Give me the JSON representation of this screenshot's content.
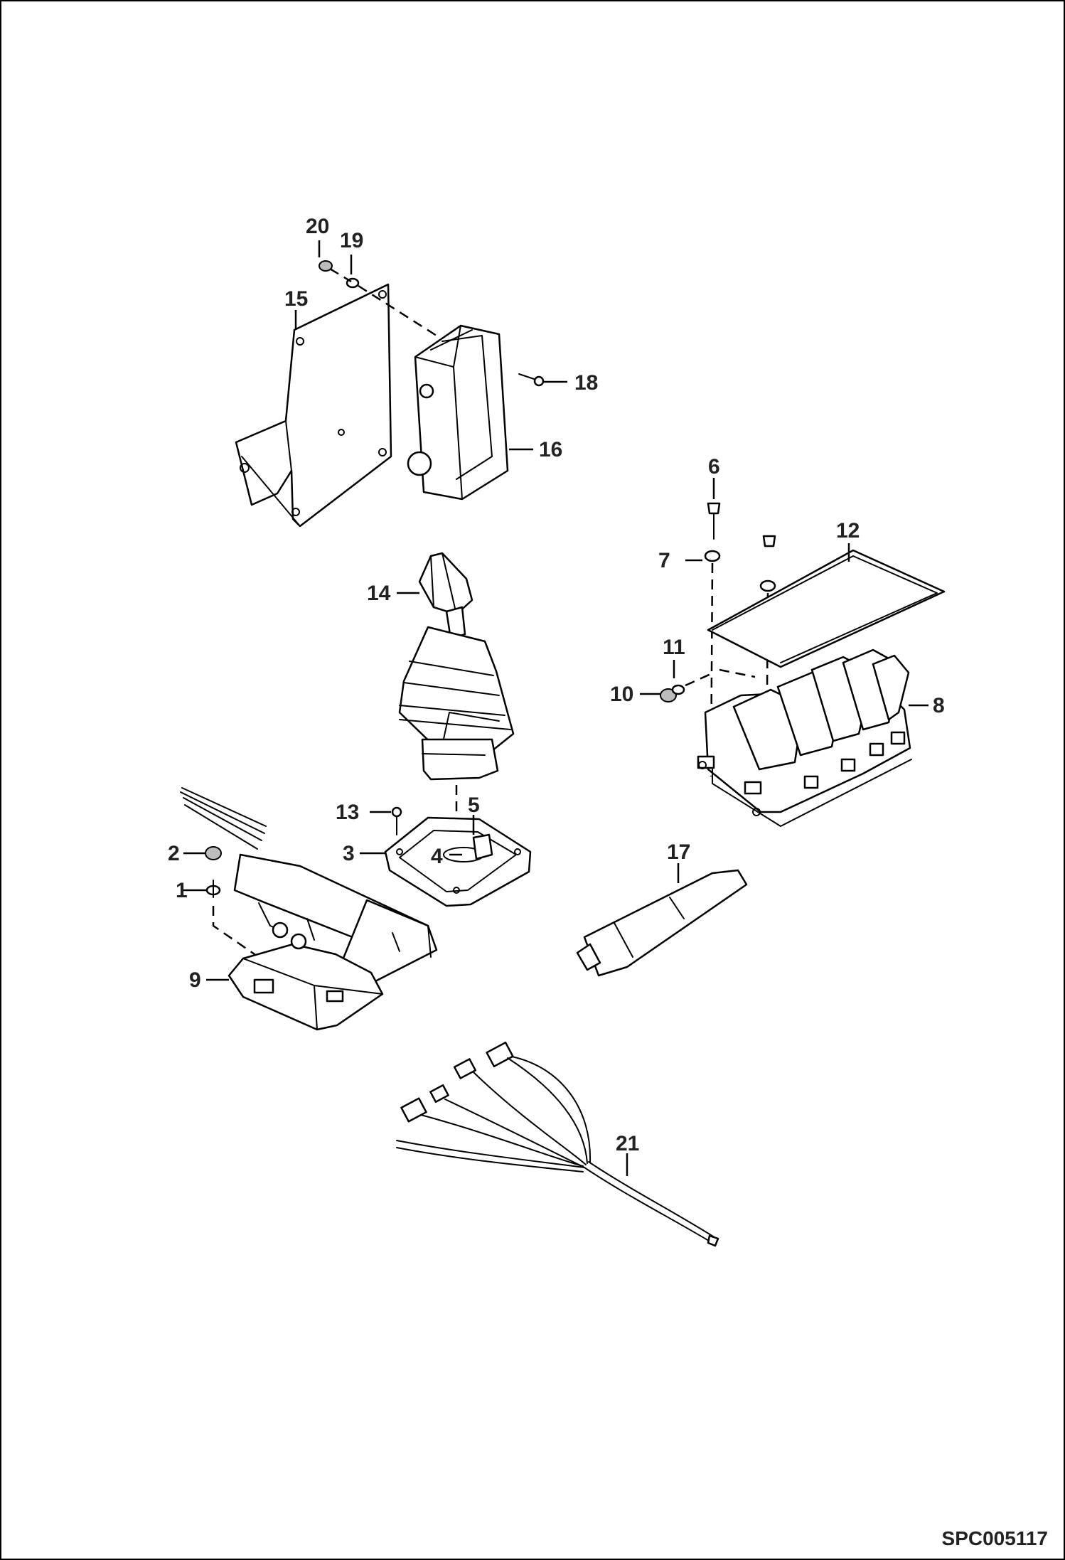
{
  "callouts": [
    {
      "id": "1",
      "label": "1"
    },
    {
      "id": "2",
      "label": "2"
    },
    {
      "id": "3",
      "label": "3"
    },
    {
      "id": "4",
      "label": "4"
    },
    {
      "id": "5",
      "label": "5"
    },
    {
      "id": "6",
      "label": "6"
    },
    {
      "id": "7",
      "label": "7"
    },
    {
      "id": "8",
      "label": "8"
    },
    {
      "id": "9",
      "label": "9"
    },
    {
      "id": "10",
      "label": "10"
    },
    {
      "id": "11",
      "label": "11"
    },
    {
      "id": "12",
      "label": "12"
    },
    {
      "id": "13",
      "label": "13"
    },
    {
      "id": "14",
      "label": "14"
    },
    {
      "id": "15",
      "label": "15"
    },
    {
      "id": "16",
      "label": "16"
    },
    {
      "id": "17",
      "label": "17"
    },
    {
      "id": "18",
      "label": "18"
    },
    {
      "id": "19",
      "label": "19"
    },
    {
      "id": "20",
      "label": "20"
    },
    {
      "id": "21",
      "label": "21"
    }
  ],
  "drawing_code": "SPC005117"
}
